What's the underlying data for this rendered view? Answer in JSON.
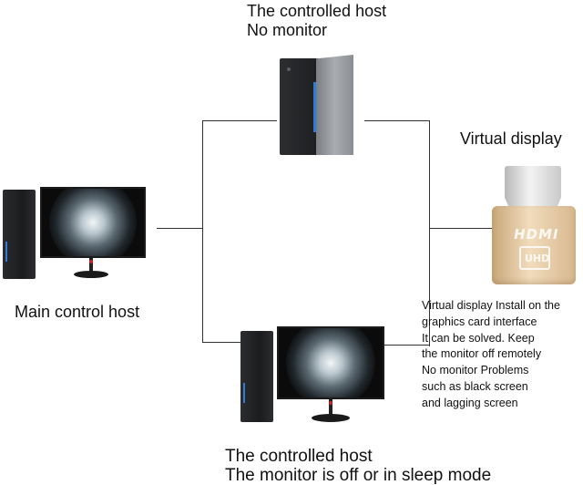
{
  "labels": {
    "controlled_top_line1": "The controlled host",
    "controlled_top_line2": "No monitor",
    "virtual_display": "Virtual display",
    "main_control_host": "Main control host",
    "controlled_bottom_line1": "The controlled host",
    "controlled_bottom_line2": "The monitor is off or in sleep mode"
  },
  "note_lines": [
    "Virtual display  Install on the",
    "graphics card interface",
    "It can be solved. Keep",
    "the monitor off remotely",
    "No monitor Problems",
    "such as black screen",
    "and lagging screen"
  ],
  "hdmi_plug": {
    "logo_text": "HDMI",
    "badge_text": "UHD"
  },
  "colors": {
    "line": "#333333",
    "accent_blue": "#2f7bd8",
    "plug_gold": "#e3c49a"
  }
}
